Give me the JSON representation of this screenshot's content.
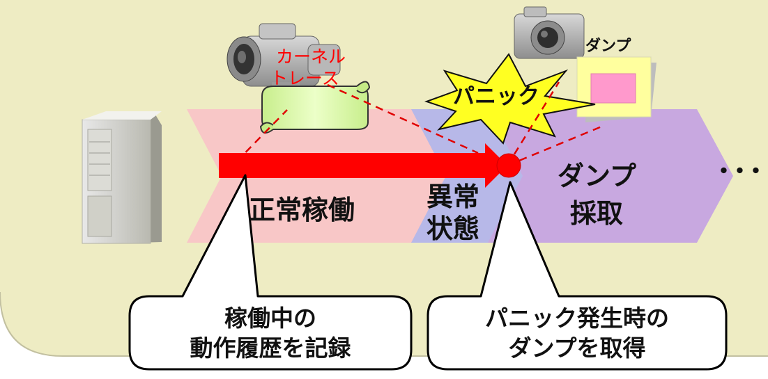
{
  "diagram": {
    "stages": {
      "normal": "正常稼働",
      "abnormal_line1": "異常",
      "abnormal_line2": "状態",
      "dump_line1": "ダンプ",
      "dump_line2": "採取"
    },
    "trace_label_line1": "カーネル",
    "trace_label_line2": "トレース",
    "dump_label": "ダンプ",
    "panic_label": "パニック",
    "ellipsis": "･･･",
    "callouts": {
      "left_line1": "稼働中の",
      "left_line2": "動作履歴を記録",
      "right_line1": "パニック発生時の",
      "right_line2": "ダンプを取得"
    },
    "colors": {
      "background": "#eeecc3",
      "normal_stage": "#f8c7c7",
      "abnormal_stage": "#b7b8e8",
      "dump_stage": "#c8a8e0",
      "arrow": "#ff0000",
      "panic_burst": "#ffff22",
      "trace_scroll": "#d6f5a4",
      "dump_note": "#ff99cc"
    }
  }
}
